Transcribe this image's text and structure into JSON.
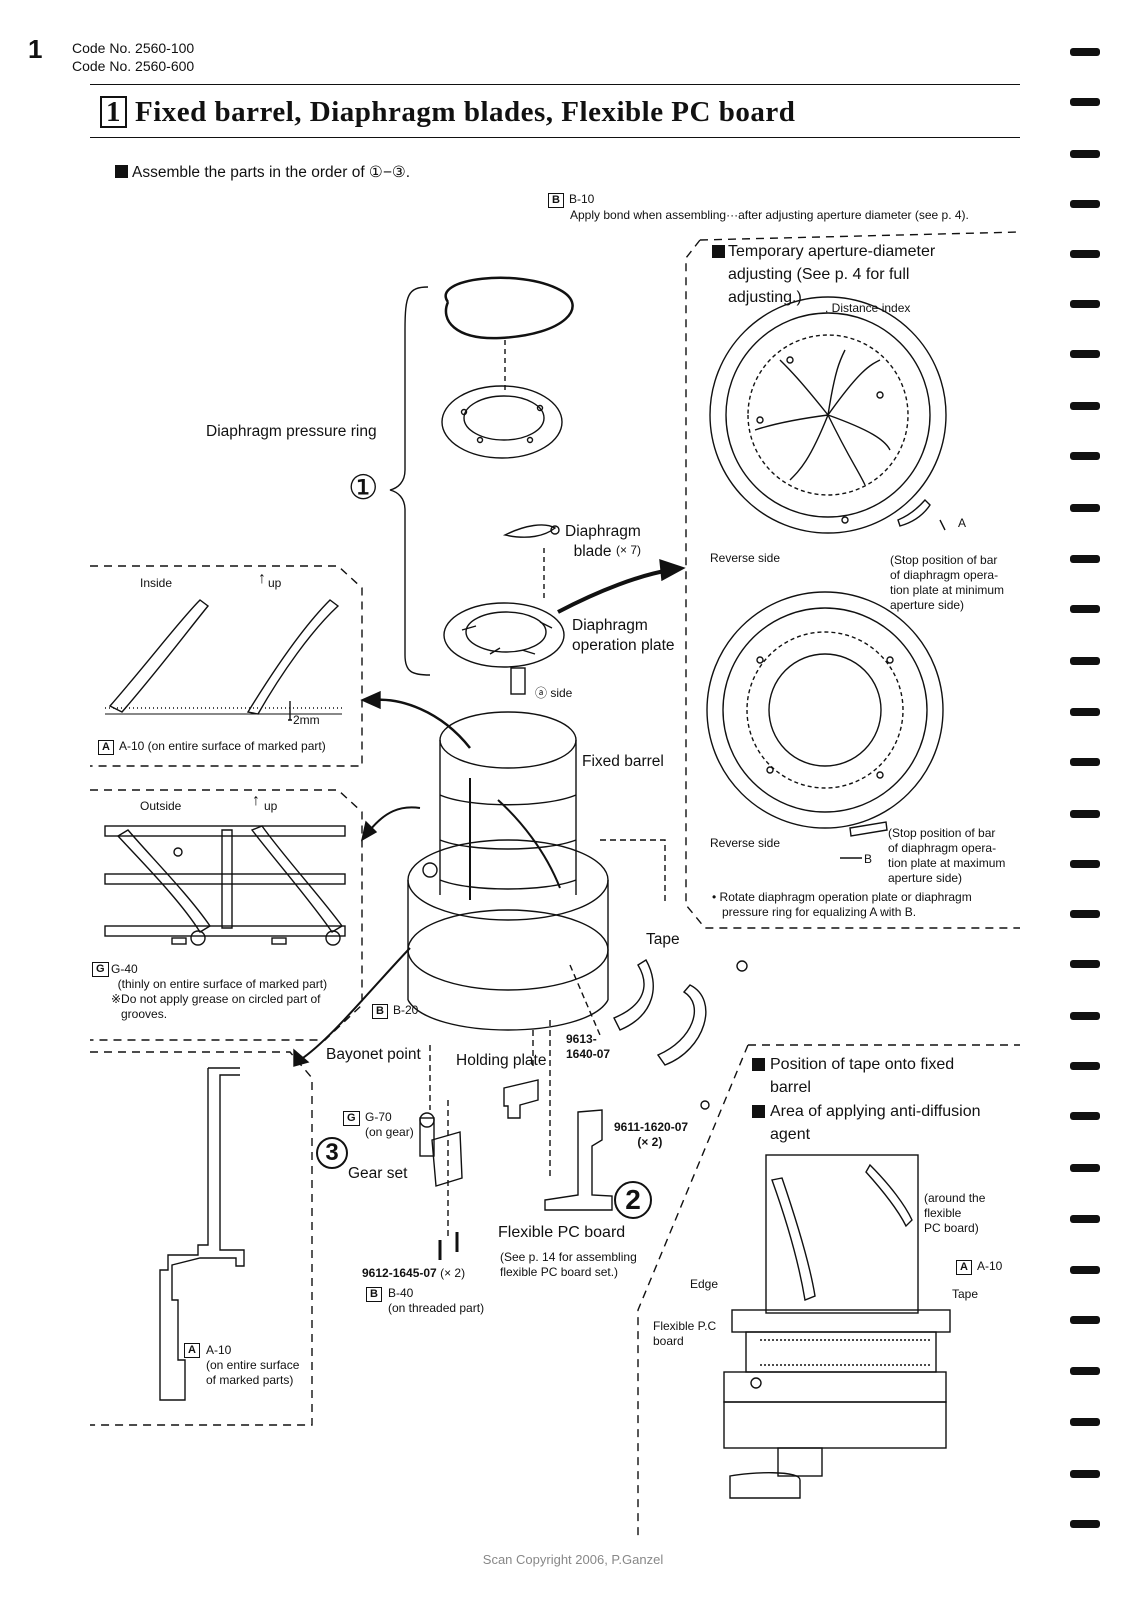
{
  "page_number": "1",
  "codes": [
    "Code No. 2560-100",
    "Code No. 2560-600"
  ],
  "title_box": "1",
  "title_text": "Fixed barrel, Diaphragm blades, Flexible PC board",
  "intro": "Assemble the parts in the order of ①−③.",
  "b10_box": "B",
  "b10_code": "B-10",
  "b10_note": "Apply bond when assembling···after adjusting aperture diameter (see p. 4).",
  "temp_heading": "Temporary aperture-diameter\nadjusting (See p. 4 for full\nadjusting.)",
  "distance_index": ", Distance index",
  "reverse_side_1": "Reverse side",
  "reverse_side_2": "Reverse side",
  "label_a": "A",
  "label_b": "B",
  "stop_min": "(Stop position of bar\nof diaphragm opera-\ntion plate at minimum\naperture side)",
  "stop_max": "(Stop position of bar\nof diaphragm opera-\ntion plate at maximum\naperture side)",
  "rotate_note": "• Rotate diaphragm operation plate or diaphragm\n   pressure ring for equalizing A with B.",
  "diaphragm_pressure_ring": "Diaphragm pressure ring",
  "step1": "①",
  "diaphragm_blade": "Diaphragm\n  blade",
  "blade_count": "(× 7)",
  "diaphragm_operation_plate": "Diaphragm\noperation plate",
  "a_side": "ⓐ side",
  "fixed_barrel": "Fixed barrel",
  "inside": "Inside",
  "up1": "up",
  "two_mm": "2mm",
  "a10_box": "A",
  "a10_note": "A-10 (on entire surface of marked part)",
  "outside": "Outside",
  "up2": "up",
  "g40_box": "G",
  "g40_note": "G-40\n  (thinly on entire surface of marked part)\n※Do not apply grease on circled part of\n   grooves.",
  "tape": "Tape",
  "b20_box": "B",
  "b20_code": "B-20",
  "part_9613": "9613-\n1640-07",
  "bayonet_point": "Bayonet point",
  "holding_plate": "Holding plate",
  "part_9611": "9611-1620-07\n       (× 2)",
  "g70_box": "G",
  "g70_note": "G-70\n(on gear)",
  "step3": "3",
  "gear_set": "Gear set",
  "step2": "2",
  "flexible_pc_board": "Flexible PC board",
  "see_p14": "(See p. 14 for assembling\nflexible PC board set.)",
  "part_9612": "9612-1645-07",
  "part_9612_qty": "(× 2)",
  "b40_box": "B",
  "b40_note": "B-40\n(on threaded part)",
  "a10_lower_box": "A",
  "a10_lower_note": "A-10\n(on entire surface\nof marked parts)",
  "tape_position_heading": "Position of tape onto fixed\nbarrel",
  "anti_diffusion_heading": "Area of applying anti-diffusion\nagent",
  "around_flex": "(around the\nflexible\nPC board)",
  "a10_right_box": "A",
  "a10_right_code": "A-10",
  "tape_right": "Tape",
  "edge": "Edge",
  "flexible_pc": "Flexible P.C\nboard",
  "copyright": "Scan Copyright 2006, P.Ganzel"
}
